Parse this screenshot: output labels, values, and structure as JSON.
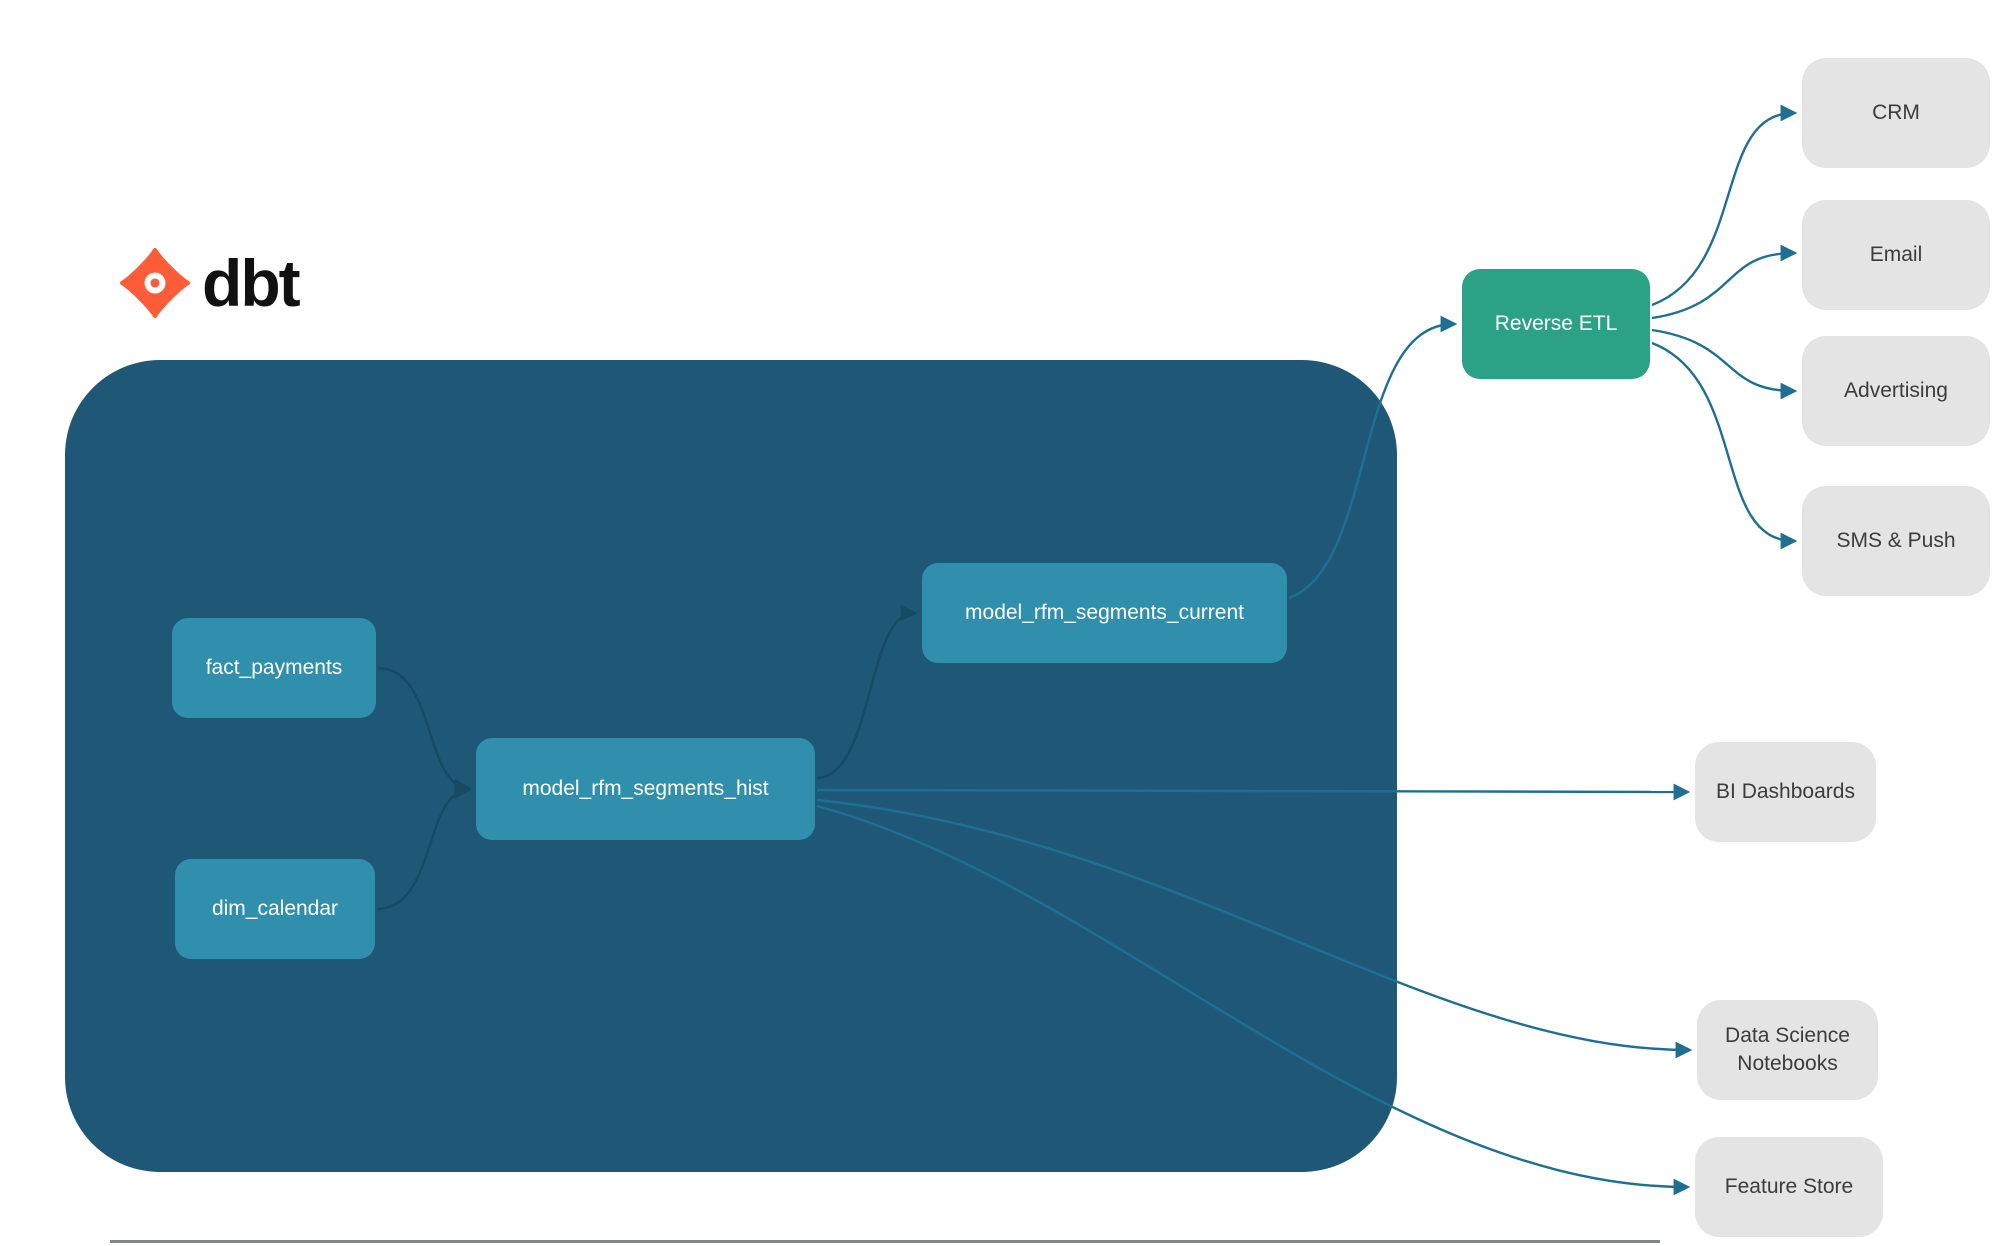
{
  "logo": {
    "brand": "dbt"
  },
  "colors": {
    "canvas_bg": "#ffffff",
    "dbt_box_bg": "#1f5876",
    "model_node_bg": "#2f8fad",
    "reverse_etl_bg": "#2ba186",
    "destination_bg": "#e4e4e4",
    "connector_outer": "#1f6f94",
    "connector_inner": "#174a63",
    "node_text": "#ffffff",
    "destination_text": "#3c3c3c",
    "logo_orange": "#ff5c39"
  },
  "nodes": {
    "fact_payments": {
      "label": "fact_payments"
    },
    "dim_calendar": {
      "label": "dim_calendar"
    },
    "model_rfm_segments_hist": {
      "label": "model_rfm_segments_hist"
    },
    "model_rfm_segments_current": {
      "label": "model_rfm_segments_current"
    },
    "reverse_etl": {
      "label": "Reverse ETL"
    }
  },
  "destinations": {
    "crm": {
      "label": "CRM"
    },
    "email": {
      "label": "Email"
    },
    "advertising": {
      "label": "Advertising"
    },
    "sms_push": {
      "label": "SMS & Push"
    },
    "bi_dashboards": {
      "label": "BI Dashboards"
    },
    "data_science_notebooks": {
      "label": "Data Science Notebooks"
    },
    "feature_store": {
      "label": "Feature Store"
    }
  }
}
